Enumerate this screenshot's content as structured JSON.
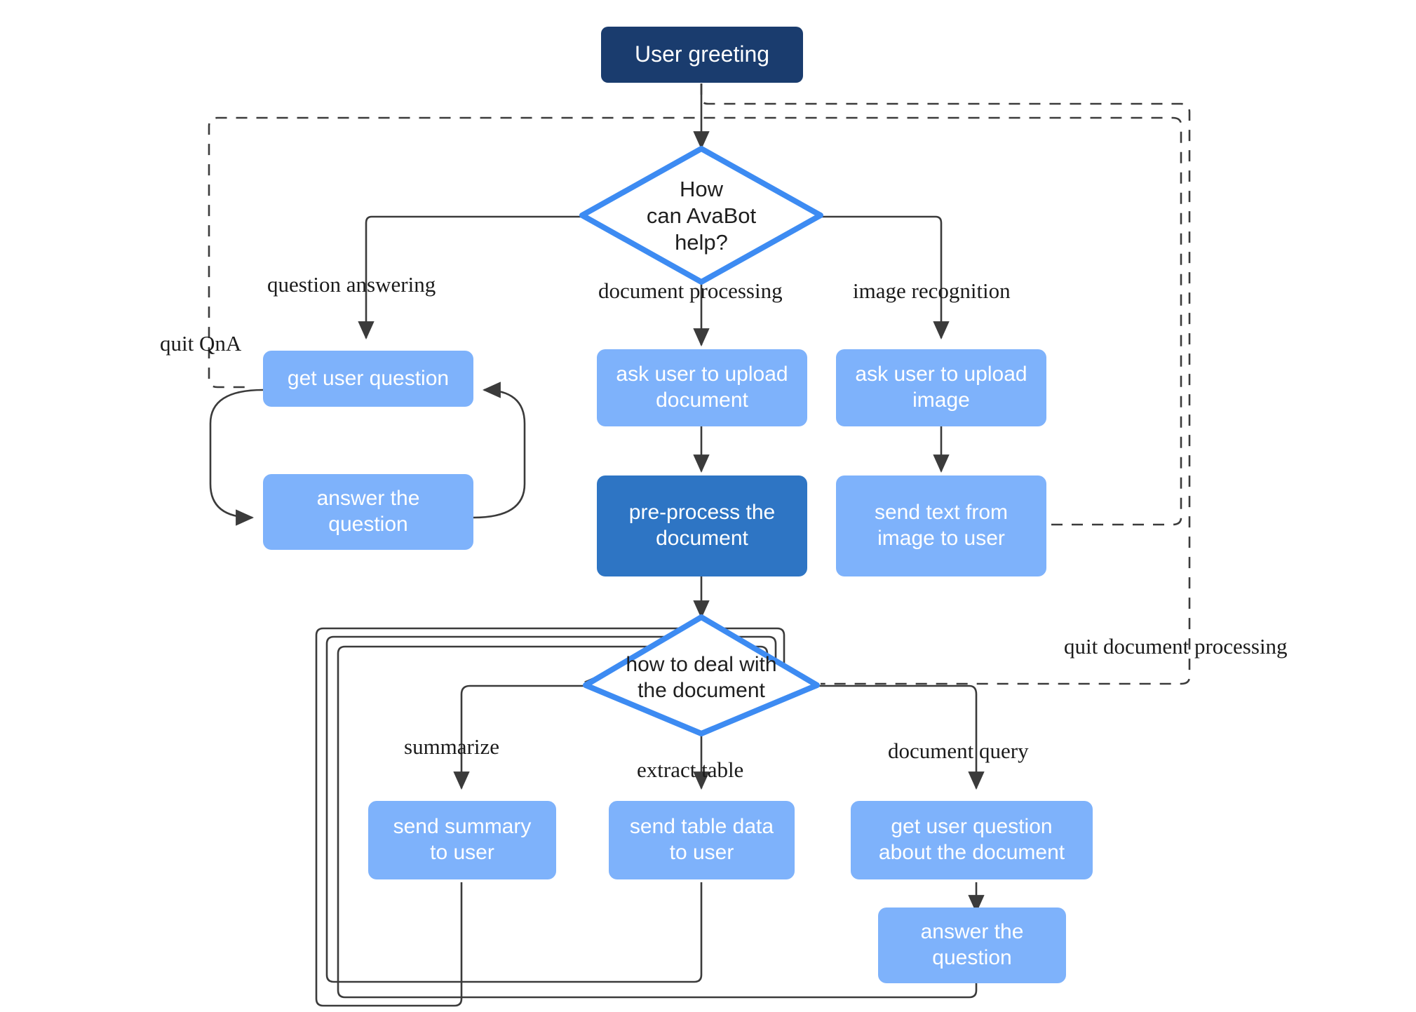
{
  "diagram": {
    "title": "AvaBot conversation flowchart",
    "colors": {
      "navy": "#1A3C6E",
      "mid_blue": "#2E75C4",
      "light_blue": "#7EB2FB",
      "diamond_stroke": "#3D8BF2",
      "edge": "#3B3B3B",
      "background": "#FFFFFF",
      "node_text": "#FFFFFF",
      "label_text": "#1B1B1B"
    },
    "nodes": [
      {
        "id": "user-greeting",
        "label": "User greeting",
        "shape": "rounded-rect",
        "style": "navy"
      },
      {
        "id": "how-can-avabot-help",
        "label": "How\ncan AvaBot\nhelp?",
        "shape": "diamond",
        "style": "outline"
      },
      {
        "id": "get-user-question",
        "label": "get user question",
        "shape": "rounded-rect",
        "style": "light"
      },
      {
        "id": "answer-the-question",
        "label": "answer the\nquestion",
        "shape": "rounded-rect",
        "style": "light"
      },
      {
        "id": "ask-upload-document",
        "label": "ask user to upload\ndocument",
        "shape": "rounded-rect",
        "style": "light"
      },
      {
        "id": "ask-upload-image",
        "label": "ask user to upload\nimage",
        "shape": "rounded-rect",
        "style": "light"
      },
      {
        "id": "pre-process-document",
        "label": "pre-process the\ndocument",
        "shape": "rounded-rect",
        "style": "mid"
      },
      {
        "id": "send-text-from-image",
        "label": "send  text from\nimage to user",
        "shape": "rounded-rect",
        "style": "light"
      },
      {
        "id": "how-to-deal-with-doc",
        "label": "how to deal with\nthe document",
        "shape": "diamond",
        "style": "outline"
      },
      {
        "id": "send-summary",
        "label": "send summary\nto user",
        "shape": "rounded-rect",
        "style": "light"
      },
      {
        "id": "send-table-data",
        "label": "send table data\nto user",
        "shape": "rounded-rect",
        "style": "light"
      },
      {
        "id": "get-question-about-doc",
        "label": "get user question\nabout  the document",
        "shape": "rounded-rect",
        "style": "light"
      },
      {
        "id": "answer-the-question-2",
        "label": "answer the\nquestion",
        "shape": "rounded-rect",
        "style": "light"
      }
    ],
    "edge_labels": [
      {
        "id": "question-answering",
        "text": "question answering"
      },
      {
        "id": "document-processing",
        "text": "document processing"
      },
      {
        "id": "image-recognition",
        "text": "image recognition"
      },
      {
        "id": "quit-qna",
        "text": "quit QnA"
      },
      {
        "id": "summarize",
        "text": "summarize"
      },
      {
        "id": "extract-table",
        "text": "extract table"
      },
      {
        "id": "document-query",
        "text": "document query"
      },
      {
        "id": "quit-document-processing",
        "text": "quit document processing"
      }
    ]
  }
}
